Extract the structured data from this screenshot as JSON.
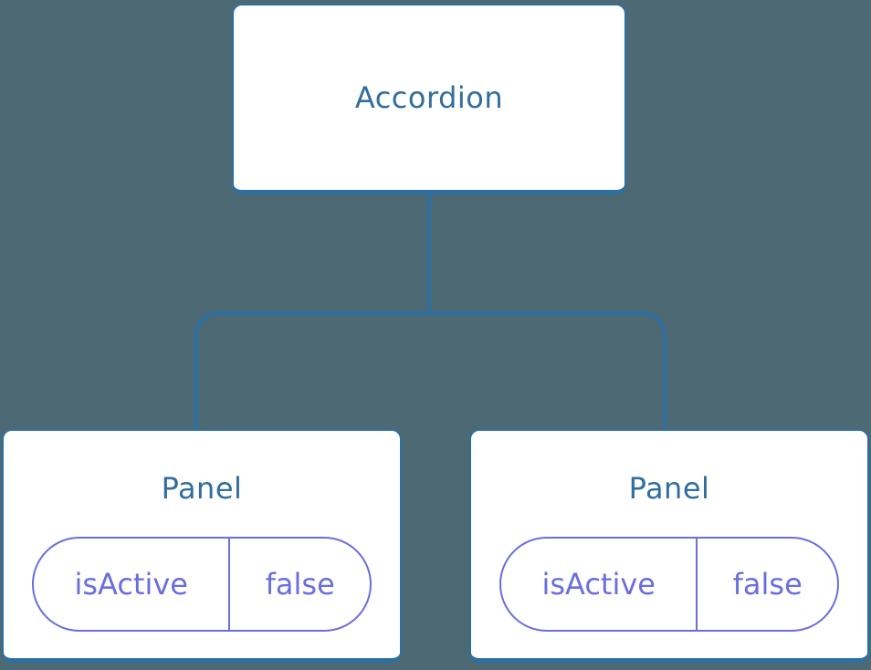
{
  "palette": {
    "bg": "#4D6973",
    "line": "#2E6FA1",
    "node-fill": "#FFFFFF",
    "node-text": "#316E9E",
    "state": "#6A6EDE"
  },
  "diagram": {
    "type": "component-tree",
    "root": {
      "label": "Accordion"
    },
    "children": [
      {
        "label": "Panel",
        "state": {
          "key": "isActive",
          "value": "false"
        }
      },
      {
        "label": "Panel",
        "state": {
          "key": "isActive",
          "value": "false"
        }
      }
    ]
  }
}
